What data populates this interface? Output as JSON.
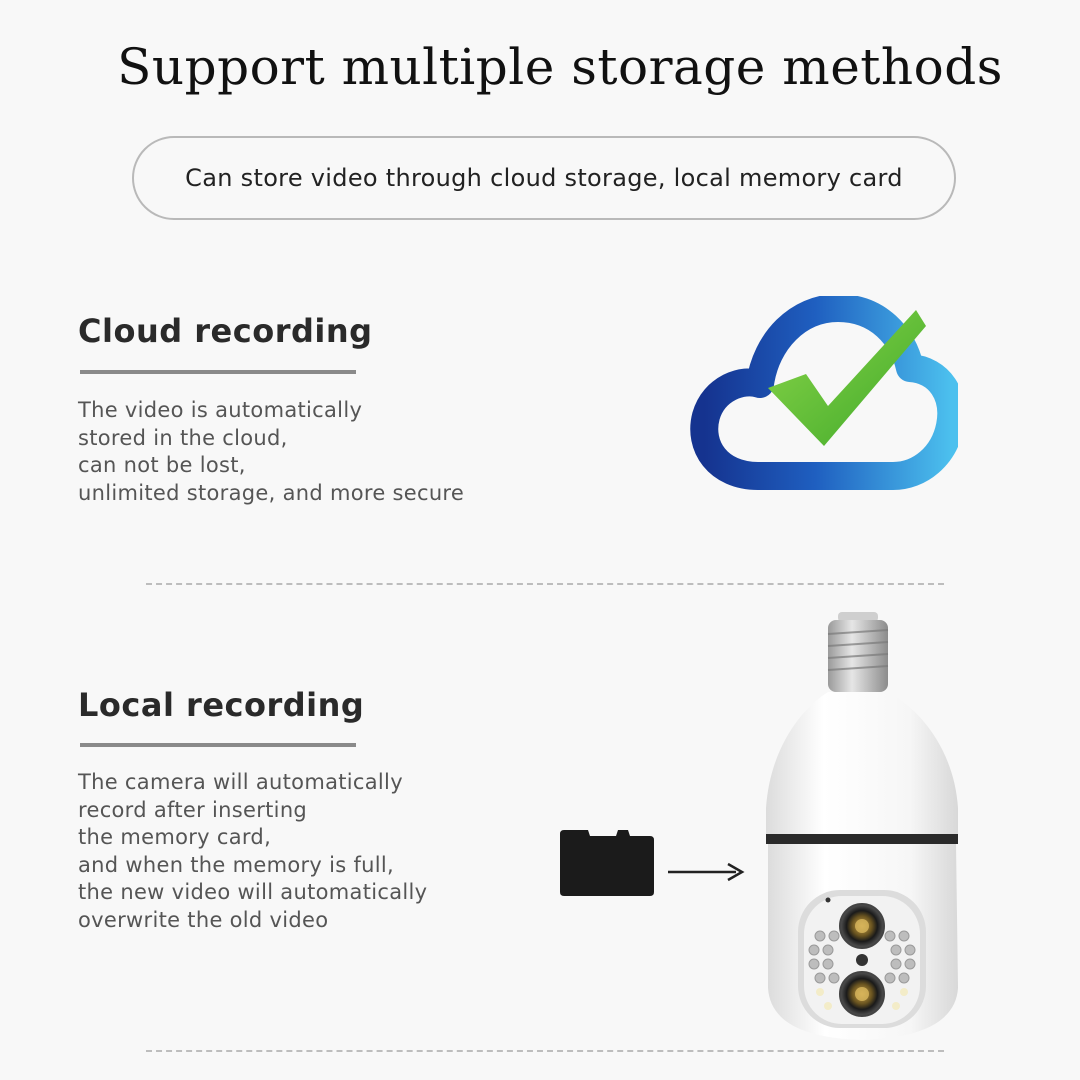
{
  "title": "Support multiple storage methods",
  "subtitle": "Can store video through cloud storage, local memory card",
  "cloud": {
    "heading": "Cloud recording",
    "lines": [
      "The video is automatically",
      "stored in the cloud,",
      "can not be lost,",
      "unlimited storage, and more secure"
    ]
  },
  "local": {
    "heading": "Local recording",
    "lines": [
      "The camera will automatically",
      "record after inserting",
      "the memory card,",
      "and when the memory is full,",
      "the new video will automatically",
      "overwrite the old video"
    ]
  },
  "icons": {
    "cloud": "cloud-check-icon",
    "card": "sd-card-icon",
    "arrow": "arrow-right-icon",
    "camera": "bulb-camera-image"
  },
  "colors": {
    "cloud_dark": "#1a3f9e",
    "cloud_light": "#3fb0e6",
    "check": "#6cc33a"
  }
}
